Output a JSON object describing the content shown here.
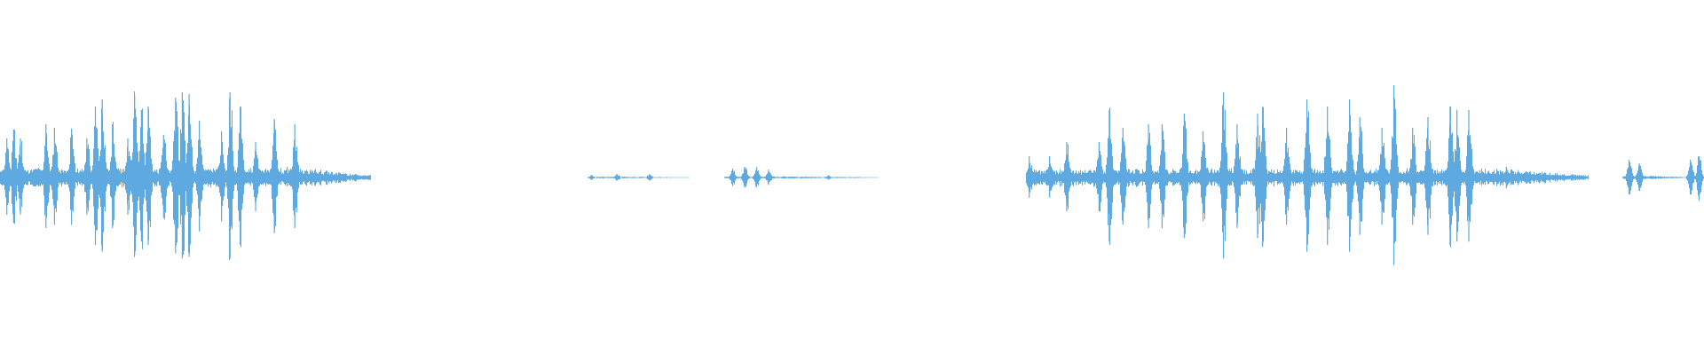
{
  "waveform": {
    "color": "#5ea9df",
    "background": "#ffffff",
    "segments": [
      {
        "name": "segment-1",
        "start": 0.0,
        "end": 0.217,
        "base": 0.045,
        "tail": [
          0.175,
          0.217
        ],
        "peaks": [
          {
            "at": 0.004,
            "amp": 0.22
          },
          {
            "at": 0.008,
            "amp": 0.27
          },
          {
            "at": 0.012,
            "amp": 0.22
          },
          {
            "at": 0.027,
            "amp": 0.3
          },
          {
            "at": 0.032,
            "amp": 0.28
          },
          {
            "at": 0.042,
            "amp": 0.27
          },
          {
            "at": 0.051,
            "amp": 0.22
          },
          {
            "at": 0.056,
            "amp": 0.4
          },
          {
            "at": 0.06,
            "amp": 0.44
          },
          {
            "at": 0.066,
            "amp": 0.3
          },
          {
            "at": 0.075,
            "amp": 0.22
          },
          {
            "at": 0.079,
            "amp": 0.46
          },
          {
            "at": 0.083,
            "amp": 0.38
          },
          {
            "at": 0.087,
            "amp": 0.4
          },
          {
            "at": 0.096,
            "amp": 0.24
          },
          {
            "at": 0.103,
            "amp": 0.45
          },
          {
            "at": 0.107,
            "amp": 0.48
          },
          {
            "at": 0.111,
            "amp": 0.47
          },
          {
            "at": 0.117,
            "amp": 0.32
          },
          {
            "at": 0.13,
            "amp": 0.26
          },
          {
            "at": 0.135,
            "amp": 0.48
          },
          {
            "at": 0.141,
            "amp": 0.4
          },
          {
            "at": 0.15,
            "amp": 0.2
          },
          {
            "at": 0.161,
            "amp": 0.33
          },
          {
            "at": 0.173,
            "amp": 0.3
          }
        ]
      },
      {
        "name": "segment-2",
        "start": 0.345,
        "end": 0.404,
        "base": 0.004,
        "tail": [
          0.365,
          0.404
        ],
        "peaks": [
          {
            "at": 0.347,
            "amp": 0.014
          },
          {
            "at": 0.362,
            "amp": 0.02
          },
          {
            "at": 0.381,
            "amp": 0.018
          }
        ]
      },
      {
        "name": "segment-3",
        "start": 0.425,
        "end": 0.515,
        "base": 0.005,
        "tail": [
          0.46,
          0.515
        ],
        "peaks": [
          {
            "at": 0.43,
            "amp": 0.05
          },
          {
            "at": 0.437,
            "amp": 0.06
          },
          {
            "at": 0.444,
            "amp": 0.058
          },
          {
            "at": 0.451,
            "amp": 0.045
          },
          {
            "at": 0.486,
            "amp": 0.012
          }
        ]
      },
      {
        "name": "segment-4",
        "start": 0.602,
        "end": 0.932,
        "base": 0.04,
        "tail": [
          0.88,
          0.932
        ],
        "peaks": [
          {
            "at": 0.604,
            "amp": 0.12
          },
          {
            "at": 0.616,
            "amp": 0.12
          },
          {
            "at": 0.626,
            "amp": 0.2
          },
          {
            "at": 0.645,
            "amp": 0.2
          },
          {
            "at": 0.651,
            "amp": 0.38
          },
          {
            "at": 0.659,
            "amp": 0.28
          },
          {
            "at": 0.674,
            "amp": 0.3
          },
          {
            "at": 0.682,
            "amp": 0.3
          },
          {
            "at": 0.695,
            "amp": 0.36
          },
          {
            "at": 0.706,
            "amp": 0.26
          },
          {
            "at": 0.718,
            "amp": 0.48
          },
          {
            "at": 0.726,
            "amp": 0.3
          },
          {
            "at": 0.738,
            "amp": 0.36
          },
          {
            "at": 0.741,
            "amp": 0.4
          },
          {
            "at": 0.755,
            "amp": 0.28
          },
          {
            "at": 0.767,
            "amp": 0.44
          },
          {
            "at": 0.779,
            "amp": 0.4
          },
          {
            "at": 0.792,
            "amp": 0.44
          },
          {
            "at": 0.798,
            "amp": 0.34
          },
          {
            "at": 0.811,
            "amp": 0.28
          },
          {
            "at": 0.818,
            "amp": 0.52
          },
          {
            "at": 0.829,
            "amp": 0.28
          },
          {
            "at": 0.838,
            "amp": 0.34
          },
          {
            "at": 0.851,
            "amp": 0.4
          },
          {
            "at": 0.855,
            "amp": 0.38
          },
          {
            "at": 0.862,
            "amp": 0.38
          },
          {
            "at": 0.884,
            "amp": 0.06
          }
        ]
      },
      {
        "name": "segment-5",
        "start": 0.952,
        "end": 1.0,
        "base": 0.008,
        "tail": [
          0.97,
          0.988
        ],
        "peaks": [
          {
            "at": 0.956,
            "amp": 0.1
          },
          {
            "at": 0.962,
            "amp": 0.08
          },
          {
            "at": 0.992,
            "amp": 0.1
          },
          {
            "at": 0.997,
            "amp": 0.12
          }
        ]
      }
    ]
  }
}
